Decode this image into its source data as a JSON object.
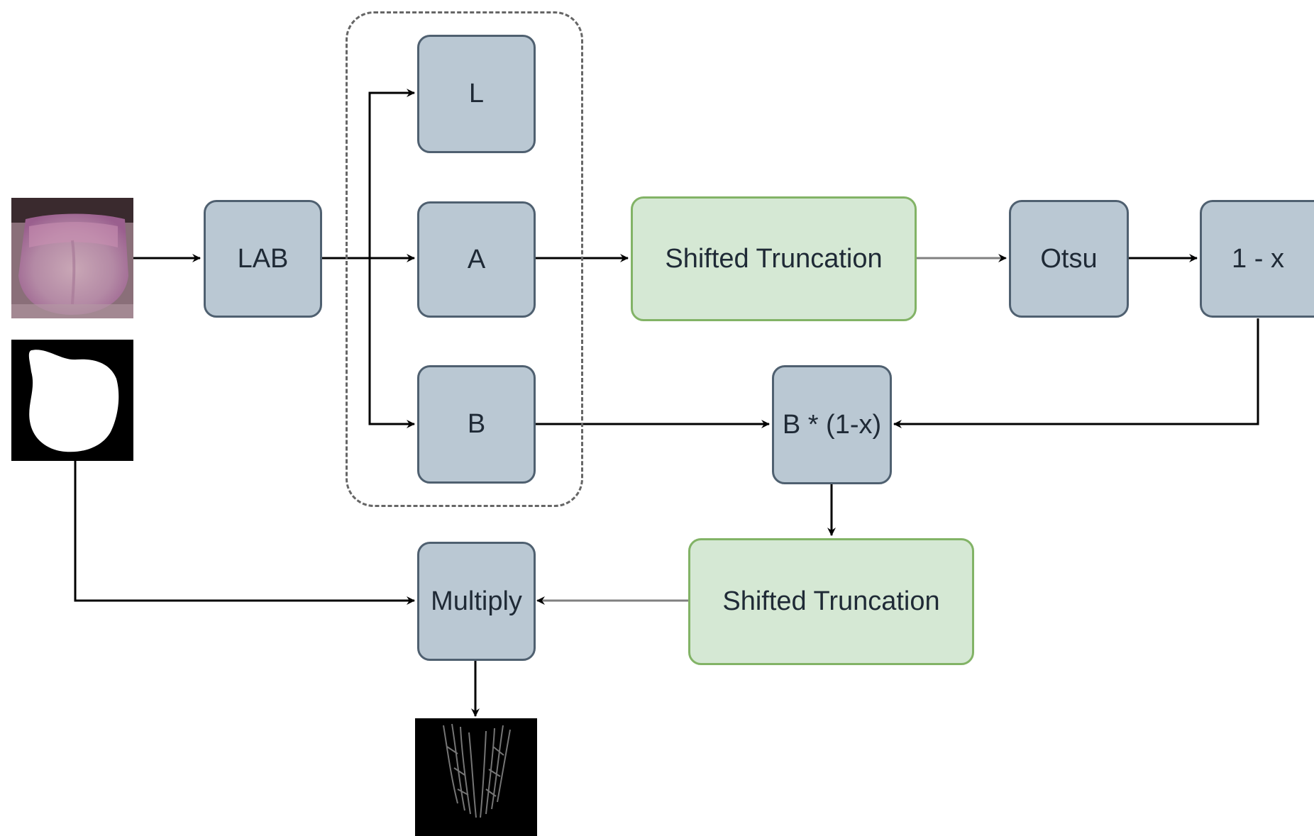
{
  "nodes": {
    "lab": "LAB",
    "l": "L",
    "a": "A",
    "b": "B",
    "shifted_truncation_top": "Shifted Truncation",
    "otsu": "Otsu",
    "one_minus_x": "1 - x",
    "b_times": "B * (1-x)",
    "shifted_truncation_bottom": "Shifted Truncation",
    "multiply": "Multiply"
  },
  "images": {
    "input": "tongue-photo",
    "mask": "tongue-mask",
    "output": "texture-output"
  },
  "colors": {
    "blue_fill": "#bac8d3",
    "blue_stroke": "#4f6070",
    "green_fill": "#d5e8d4",
    "green_stroke": "#82b366",
    "edge": "#000000",
    "edge_gray": "#808080"
  }
}
